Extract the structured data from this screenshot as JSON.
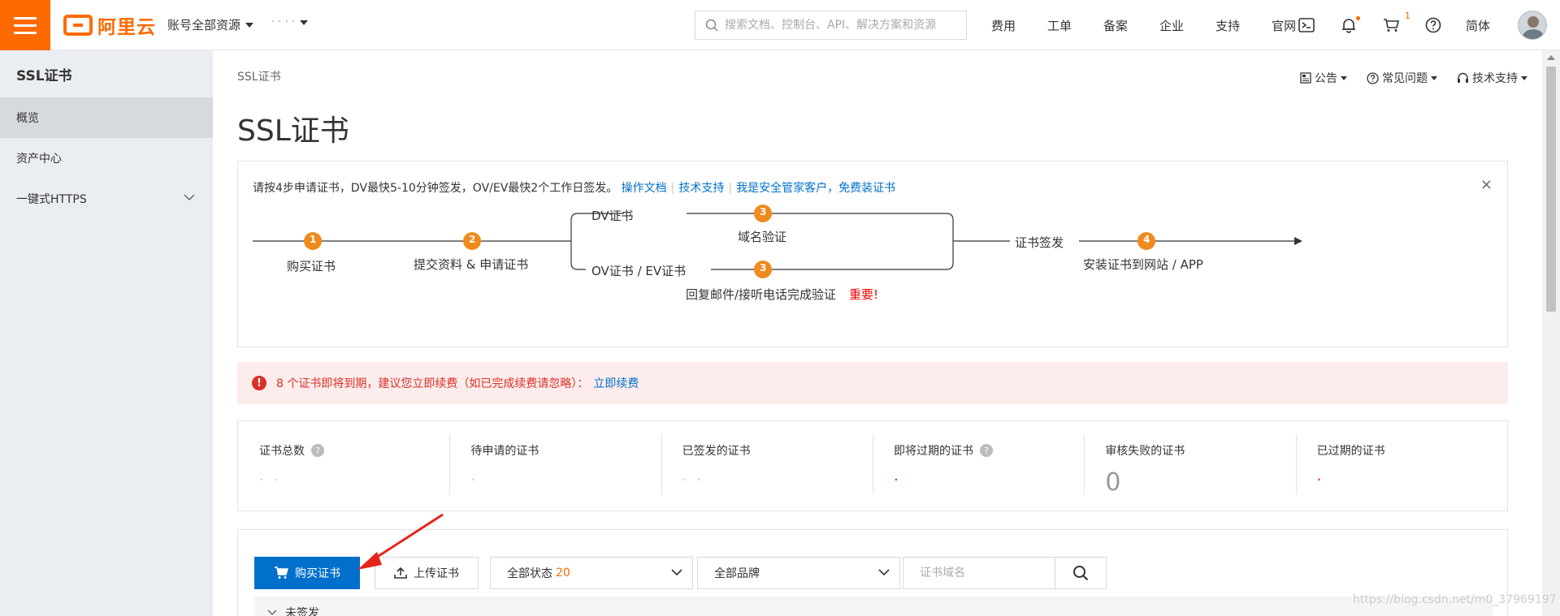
{
  "topbar": {
    "logo_text": "阿里云",
    "account_selector": "账号全部资源",
    "region_selector": "·  ·  · ·",
    "search_placeholder": "搜索文档、控制台、API、解决方案和资源",
    "nav": [
      "费用",
      "工单",
      "备案",
      "企业",
      "支持",
      "官网"
    ],
    "cart_badge": "1",
    "language": "简体"
  },
  "sidebar": {
    "title": "SSL证书",
    "items": [
      {
        "label": "概览",
        "active": true
      },
      {
        "label": "资产中心",
        "active": false
      },
      {
        "label": "一键式HTTPS",
        "active": false
      }
    ]
  },
  "main": {
    "breadcrumb": "SSL证书",
    "title": "SSL证书",
    "tools": [
      "公告",
      "常见问题",
      "技术支持"
    ]
  },
  "steps": {
    "intro": "请按4步申请证书，DV最快5-10分钟签发，OV/EV最快2个工作日签发。",
    "links": [
      "操作文档",
      "技术支持",
      "我是安全管家客户，免费装证书"
    ],
    "close": "×",
    "step_numbers": [
      "1",
      "2",
      "3",
      "3",
      "4"
    ],
    "labels": {
      "buy": "购买证书",
      "submit": "提交资料 & 申请证书",
      "dv": "DV证书",
      "dv_verify": "域名验证",
      "ov_ev": "OV证书 / EV证书",
      "ov_verify": "回复邮件/接听电话完成验证",
      "important": "重要!",
      "issue": "证书签发",
      "install": "安装证书到网站 / APP"
    }
  },
  "alert": {
    "icon": "!",
    "text": "8 个证书即将到期，建议您立即续费（如已完成续费请忽略）：",
    "link": "立即续费"
  },
  "stats": [
    {
      "label": "证书总数",
      "help": true,
      "value": "·  ·",
      "blurred": true,
      "red": false
    },
    {
      "label": "待申请的证书",
      "help": false,
      "value": "·",
      "blurred": true,
      "red": false
    },
    {
      "label": "已签发的证书",
      "help": false,
      "value": "· ·",
      "blurred": true,
      "red": false
    },
    {
      "label": "即将过期的证书",
      "help": true,
      "value": "·",
      "blurred": true,
      "red": true
    },
    {
      "label": "审核失败的证书",
      "help": false,
      "value": "0",
      "blurred": false,
      "red": false
    },
    {
      "label": "已过期的证书",
      "help": false,
      "value": "·",
      "blurred": true,
      "red": true
    }
  ],
  "toolbar": {
    "buy_button": "购买证书",
    "upload_button": "上传证书",
    "status_select": "全部状态",
    "status_count": "20",
    "brand_select": "全部品牌",
    "domain_placeholder": "证书域名"
  },
  "group": {
    "label": "未签发"
  },
  "watermark": "https://blog.csdn.net/m0_37969197",
  "colors": {
    "brand": "#ff6a00",
    "primary": "#0070cc",
    "alert_bg": "#fdecec",
    "alert_text": "#d93026",
    "step_circle": "#f08a1e"
  }
}
